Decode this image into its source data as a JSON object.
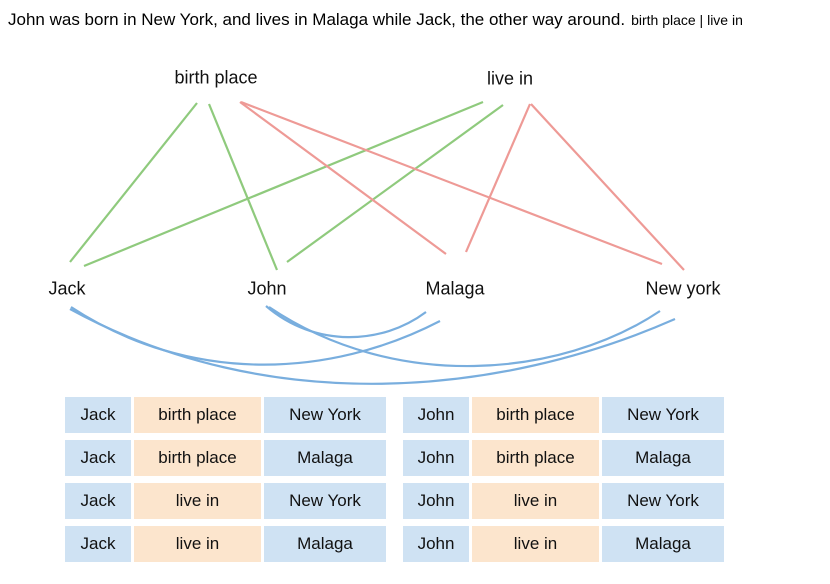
{
  "title": {
    "sentence": "John was born in New York, and lives in Malaga while Jack, the other way around.",
    "relations_note": "birth place | live in"
  },
  "graph": {
    "relation_nodes": [
      {
        "label": "birth place"
      },
      {
        "label": "live in"
      }
    ],
    "entity_nodes": [
      {
        "label": "Jack"
      },
      {
        "label": "John"
      },
      {
        "label": "Malaga"
      },
      {
        "label": "New york"
      }
    ],
    "edges": [
      {
        "from": "Jack",
        "to": "birth place",
        "type": "subject-to-relation",
        "color": "#8fca7d"
      },
      {
        "from": "Jack",
        "to": "live in",
        "type": "subject-to-relation",
        "color": "#8fca7d"
      },
      {
        "from": "John",
        "to": "birth place",
        "type": "subject-to-relation",
        "color": "#8fca7d"
      },
      {
        "from": "John",
        "to": "live in",
        "type": "subject-to-relation",
        "color": "#8fca7d"
      },
      {
        "from": "birth place",
        "to": "Malaga",
        "type": "relation-to-object",
        "color": "#ee9a96"
      },
      {
        "from": "birth place",
        "to": "New york",
        "type": "relation-to-object",
        "color": "#ee9a96"
      },
      {
        "from": "live in",
        "to": "Malaga",
        "type": "relation-to-object",
        "color": "#ee9a96"
      },
      {
        "from": "live in",
        "to": "New york",
        "type": "relation-to-object",
        "color": "#ee9a96"
      },
      {
        "from": "Jack",
        "to": "Malaga",
        "type": "subject-to-object",
        "color": "#79aede"
      },
      {
        "from": "Jack",
        "to": "New york",
        "type": "subject-to-object",
        "color": "#79aede"
      },
      {
        "from": "John",
        "to": "Malaga",
        "type": "subject-to-object",
        "color": "#79aede"
      },
      {
        "from": "John",
        "to": "New york",
        "type": "subject-to-object",
        "color": "#79aede"
      }
    ]
  },
  "tables": [
    {
      "rows": [
        {
          "cells": [
            "Jack",
            "birth place",
            "New York"
          ]
        },
        {
          "cells": [
            "Jack",
            "birth place",
            "Malaga"
          ]
        },
        {
          "cells": [
            "Jack",
            "live in",
            "New York"
          ]
        },
        {
          "cells": [
            "Jack",
            "live in",
            "Malaga"
          ]
        }
      ]
    },
    {
      "rows": [
        {
          "cells": [
            "John",
            "birth place",
            "New York"
          ]
        },
        {
          "cells": [
            "John",
            "birth place",
            "Malaga"
          ]
        },
        {
          "cells": [
            "John",
            "live in",
            "New York"
          ]
        },
        {
          "cells": [
            "John",
            "live in",
            "Malaga"
          ]
        }
      ]
    }
  ],
  "colors": {
    "subject_relation_arrow": "#8fca7d",
    "relation_object_arrow": "#ee9a96",
    "subject_object_arrow": "#79aede",
    "entity_cell": "#cfe2f3",
    "relation_cell": "#fce5cd"
  }
}
